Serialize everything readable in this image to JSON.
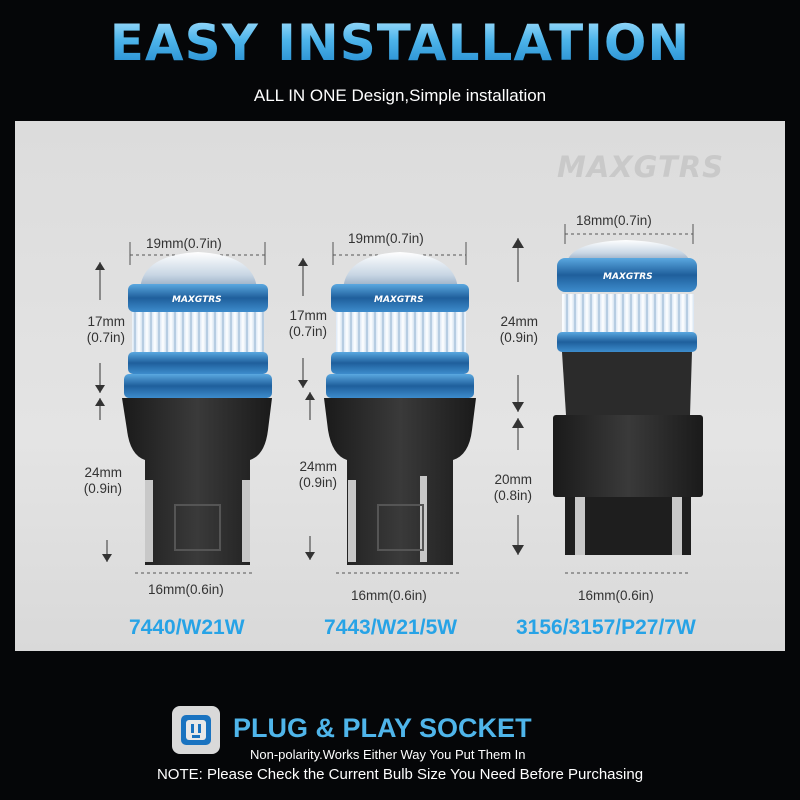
{
  "header": {
    "title": "EASY INSTALLATION",
    "subtitle": "ALL IN ONE Design,Simple installation"
  },
  "brand": "MAXGTRS",
  "bulbs": [
    {
      "model": "7440/W21W",
      "lamp_label": "MAXGTRS",
      "width_top": "19mm(0.7in)",
      "head_mm": "17mm",
      "head_in": "(0.7in)",
      "base_mm": "24mm",
      "base_in": "(0.9in)",
      "width_bottom": "16mm(0.6in)"
    },
    {
      "model": "7443/W21/5W",
      "lamp_label": "MAXGTRS",
      "width_top": "19mm(0.7in)",
      "head_mm": "17mm",
      "head_in": "(0.7in)",
      "base_mm": "24mm",
      "base_in": "(0.9in)",
      "width_bottom": "16mm(0.6in)"
    },
    {
      "model": "3156/3157/P27/7W",
      "lamp_label": "MAXGTRS",
      "width_top": "18mm(0.7in)",
      "head_mm": "24mm",
      "head_in": "(0.9in)",
      "base_mm": "20mm",
      "base_in": "(0.8in)",
      "width_bottom": "16mm(0.6in)"
    }
  ],
  "footer": {
    "plug_title": "PLUG & PLAY SOCKET",
    "plug_sub": "Non-polarity.Works Either Way You Put Them In",
    "note": "NOTE: Please Check the Current Bulb Size You Need Before Purchasing"
  },
  "colors": {
    "accent": "#4fb5ea",
    "model_text": "#27a3e6",
    "led_white": "#f2f8ff",
    "bulb_blue": "#2c78b8",
    "socket_black": "#222222"
  }
}
